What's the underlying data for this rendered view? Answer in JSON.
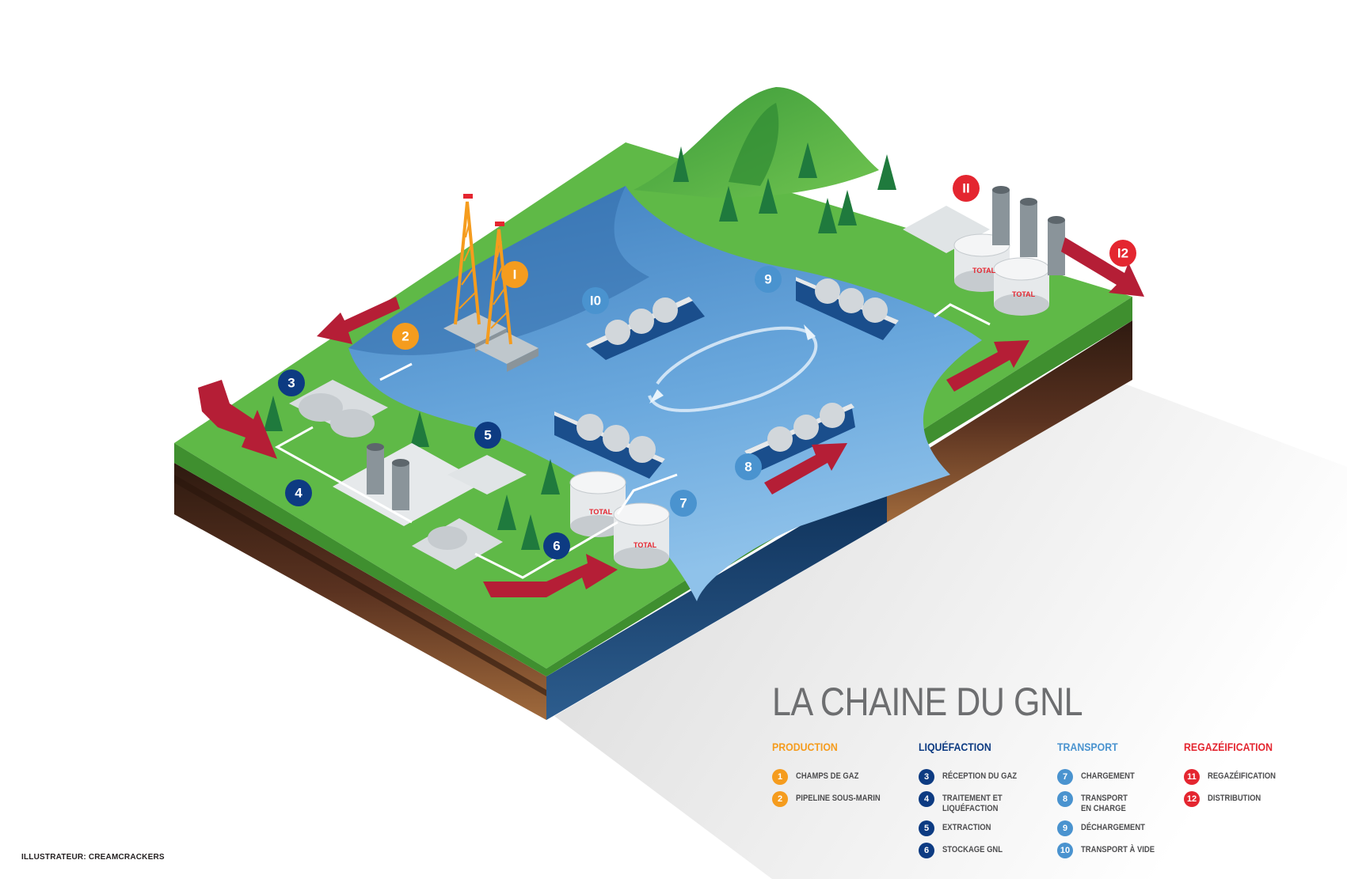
{
  "title": "LA CHAINE DU GNL",
  "credit": "ILLUSTRATEUR: CREAMCRACKERS",
  "tank_logo": "TOTAL",
  "colors": {
    "production": "#f59c1e",
    "liquefaction": "#0d3b82",
    "transport": "#4a93cf",
    "regazeification": "#e42630",
    "arrow": "#b51e36",
    "grass": "#5fb947",
    "water": "#5f9fd6",
    "soil": "#5a3220"
  },
  "badges": [
    {
      "id": "1",
      "text": "I",
      "group": "production"
    },
    {
      "id": "2",
      "text": "2",
      "group": "production"
    },
    {
      "id": "3",
      "text": "3",
      "group": "liquefaction"
    },
    {
      "id": "4",
      "text": "4",
      "group": "liquefaction"
    },
    {
      "id": "5",
      "text": "5",
      "group": "liquefaction"
    },
    {
      "id": "6",
      "text": "6",
      "group": "liquefaction"
    },
    {
      "id": "7",
      "text": "7",
      "group": "transport"
    },
    {
      "id": "8",
      "text": "8",
      "group": "transport"
    },
    {
      "id": "9",
      "text": "9",
      "group": "transport"
    },
    {
      "id": "10",
      "text": "I0",
      "group": "transport"
    },
    {
      "id": "11",
      "text": "II",
      "group": "regazeification"
    },
    {
      "id": "12",
      "text": "I2",
      "group": "regazeification"
    }
  ],
  "legend": [
    {
      "key": "production",
      "title": "PRODUCTION",
      "items": [
        {
          "num": "1",
          "label": "CHAMPS DE GAZ"
        },
        {
          "num": "2",
          "label": "PIPELINE SOUS-MARIN"
        }
      ]
    },
    {
      "key": "liquefaction",
      "title": "LIQUÉFACTION",
      "items": [
        {
          "num": "3",
          "label": "RÉCEPTION DU GAZ"
        },
        {
          "num": "4",
          "label": "TRAITEMENT ET\nLIQUÉFACTION"
        },
        {
          "num": "5",
          "label": "EXTRACTION"
        },
        {
          "num": "6",
          "label": "STOCKAGE GNL"
        }
      ]
    },
    {
      "key": "transport",
      "title": "TRANSPORT",
      "items": [
        {
          "num": "7",
          "label": "CHARGEMENT"
        },
        {
          "num": "8",
          "label": "TRANSPORT\nEN CHARGE"
        },
        {
          "num": "9",
          "label": "DÉCHARGEMENT"
        },
        {
          "num": "10",
          "label": "TRANSPORT À VIDE"
        }
      ]
    },
    {
      "key": "regazeification",
      "title": "REGAZÉIFICATION",
      "items": [
        {
          "num": "11",
          "label": "REGAZÉIFICATION"
        },
        {
          "num": "12",
          "label": "DISTRIBUTION"
        }
      ]
    }
  ]
}
